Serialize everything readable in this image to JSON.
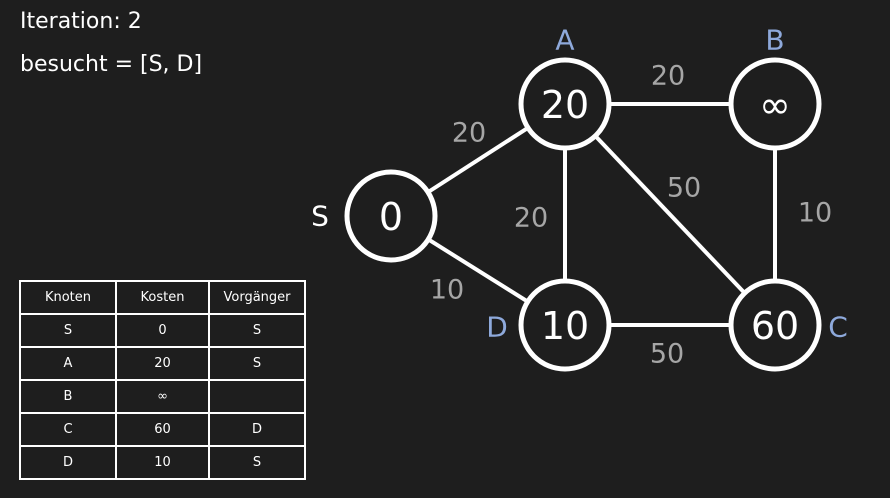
{
  "status": {
    "iteration": "Iteration: 2",
    "visited": "besucht = [S, D]"
  },
  "graph": {
    "nodes": [
      {
        "id": "S",
        "label": "S",
        "value": "0"
      },
      {
        "id": "A",
        "label": "A",
        "value": "20"
      },
      {
        "id": "B",
        "label": "B",
        "value": "∞"
      },
      {
        "id": "C",
        "label": "C",
        "value": "60"
      },
      {
        "id": "D",
        "label": "D",
        "value": "10"
      }
    ],
    "edges": [
      {
        "from": "S",
        "to": "A",
        "weight": "20"
      },
      {
        "from": "S",
        "to": "D",
        "weight": "10"
      },
      {
        "from": "A",
        "to": "B",
        "weight": "20"
      },
      {
        "from": "A",
        "to": "D",
        "weight": "20"
      },
      {
        "from": "A",
        "to": "C",
        "weight": "50"
      },
      {
        "from": "B",
        "to": "C",
        "weight": "10"
      },
      {
        "from": "D",
        "to": "C",
        "weight": "50"
      }
    ],
    "colors": {
      "stroke": "#ffffff",
      "node_label": "#8ea9db",
      "weight": "#a6a6a6"
    }
  },
  "table": {
    "headers": [
      "Knoten",
      "Kosten",
      "Vorgänger"
    ],
    "rows": [
      [
        "S",
        "0",
        "S"
      ],
      [
        "A",
        "20",
        "S"
      ],
      [
        "B",
        "∞",
        ""
      ],
      [
        "C",
        "60",
        "D"
      ],
      [
        "D",
        "10",
        "S"
      ]
    ]
  }
}
